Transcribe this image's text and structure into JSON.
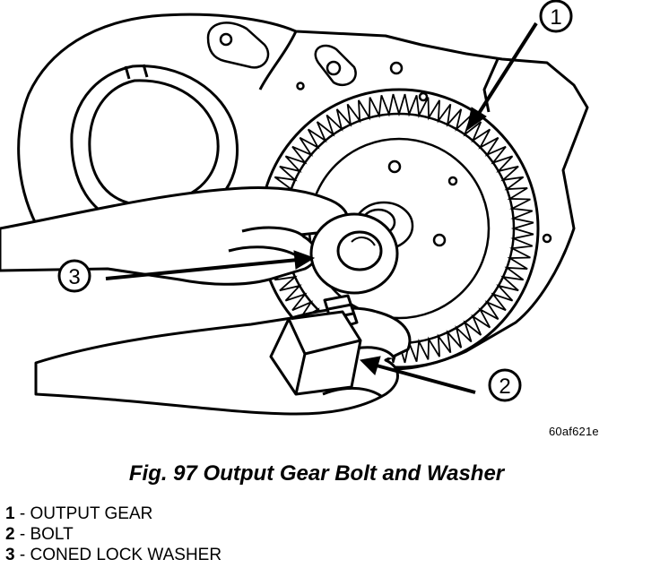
{
  "figure": {
    "callouts": [
      "1",
      "2",
      "3"
    ],
    "reference_code": "60af621e"
  },
  "caption": "Fig. 97 Output Gear Bolt and Washer",
  "legend": [
    {
      "number": "1",
      "separator": " - ",
      "label": "OUTPUT GEAR"
    },
    {
      "number": "2",
      "separator": " - ",
      "label": "BOLT"
    },
    {
      "number": "3",
      "separator": " - ",
      "label": "CONED LOCK WASHER"
    }
  ]
}
